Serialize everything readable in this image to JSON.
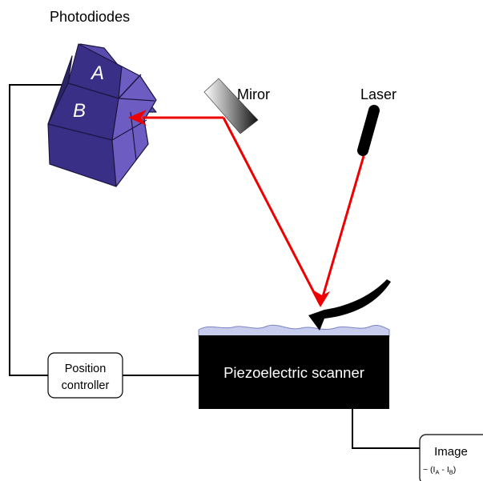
{
  "labels": {
    "photodiodes": "Photodiodes",
    "segment_a": "A",
    "segment_b": "B",
    "mirror": "Miror",
    "laser": "Laser",
    "scanner": "Piezoelectric scanner",
    "position_controller_line1": "Position",
    "position_controller_line2": "controller",
    "image_line1": "Image",
    "image_formula": {
      "prefix": "~ (I",
      "sub_a": "A",
      "minus": " - I",
      "sub_b": "B",
      "suffix": ")"
    }
  },
  "colors": {
    "beam": "#ee0000",
    "diode_front": "#3a2f86",
    "diode_top": "#5a4cae",
    "diode_side": "#6d5cc2",
    "diode_edge": "#1c1640",
    "scanner": "#000000",
    "sample_surface": "#c8cdee",
    "wire": "#000000"
  }
}
